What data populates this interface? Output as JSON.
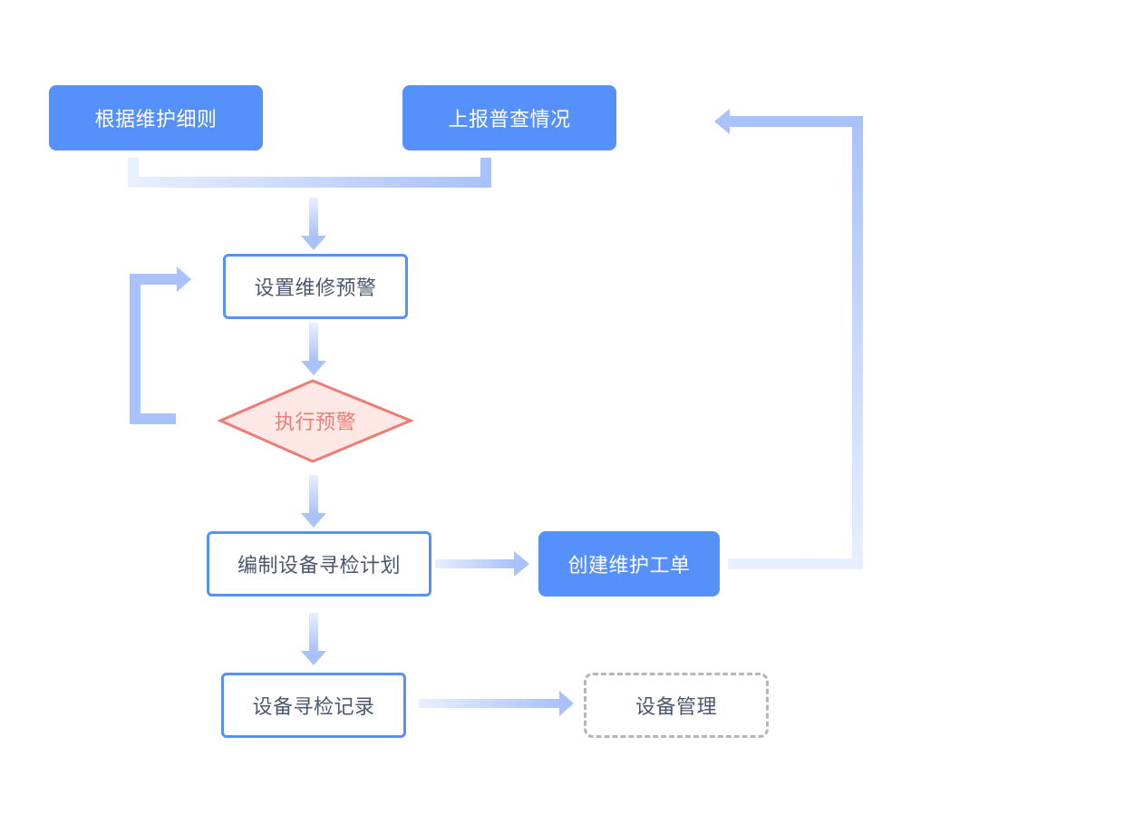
{
  "nodes": {
    "maintenance_rules": "根据维护细则",
    "report_survey": "上报普查情况",
    "set_maintenance_alert": "设置维修预警",
    "execute_alert": "执行预警",
    "inspection_plan": "编制设备寻检计划",
    "create_work_order": "创建维护工单",
    "inspection_record": "设备寻检记录",
    "equipment_management": "设备管理"
  },
  "colors": {
    "primary": "#5690fb",
    "connector": "#a9c2fb",
    "connector_light": "#e8effe",
    "decision": "#ee7c74",
    "decision_fill": "#fde8e6",
    "pending_border": "#b5b5c0",
    "node_text": "#4a5870"
  }
}
